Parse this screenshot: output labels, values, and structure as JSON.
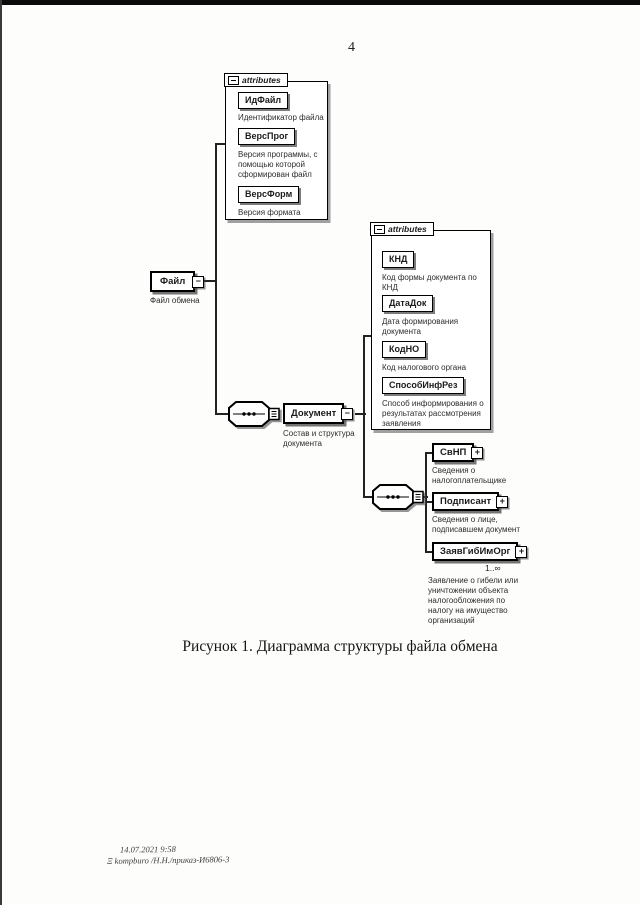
{
  "page": {
    "number": "4",
    "caption": "Рисунок 1. Диаграмма структуры файла обмена",
    "footer": {
      "timestamp": "14.07.2021 9:58",
      "reference": "Ξ kompburo /Н.Н./приказ-И6806-3"
    }
  },
  "diagram": {
    "attributes_label": "attributes",
    "file": {
      "name": "Файл",
      "annotation": "Файл обмена"
    },
    "file_attributes": [
      {
        "name": "ИдФайл",
        "annotation": "Идентификатор файла"
      },
      {
        "name": "ВерсПрог",
        "annotation": "Версия программы, с помощью которой сформирован файл"
      },
      {
        "name": "ВерсФорм",
        "annotation": "Версия формата"
      }
    ],
    "document": {
      "name": "Документ",
      "annotation": "Состав и структура документа"
    },
    "document_attributes": [
      {
        "name": "КНД",
        "annotation": "Код формы документа по КНД"
      },
      {
        "name": "ДатаДок",
        "annotation": "Дата формирования документа"
      },
      {
        "name": "КодНО",
        "annotation": "Код налогового органа"
      },
      {
        "name": "СпособИнфРез",
        "annotation": "Способ информирования о результатах рассмотрения заявления"
      }
    ],
    "document_children": [
      {
        "name": "СвНП",
        "annotation": "Сведения о налогоплательщике"
      },
      {
        "name": "Подписант",
        "annotation": "Сведения о лице, подписавшем документ"
      },
      {
        "name": "ЗаявГибИмОрг",
        "annotation": "Заявление о гибели или уничтожении объекта налогообложения по налогу на имущество организаций",
        "cardinality": "1..∞"
      }
    ]
  }
}
